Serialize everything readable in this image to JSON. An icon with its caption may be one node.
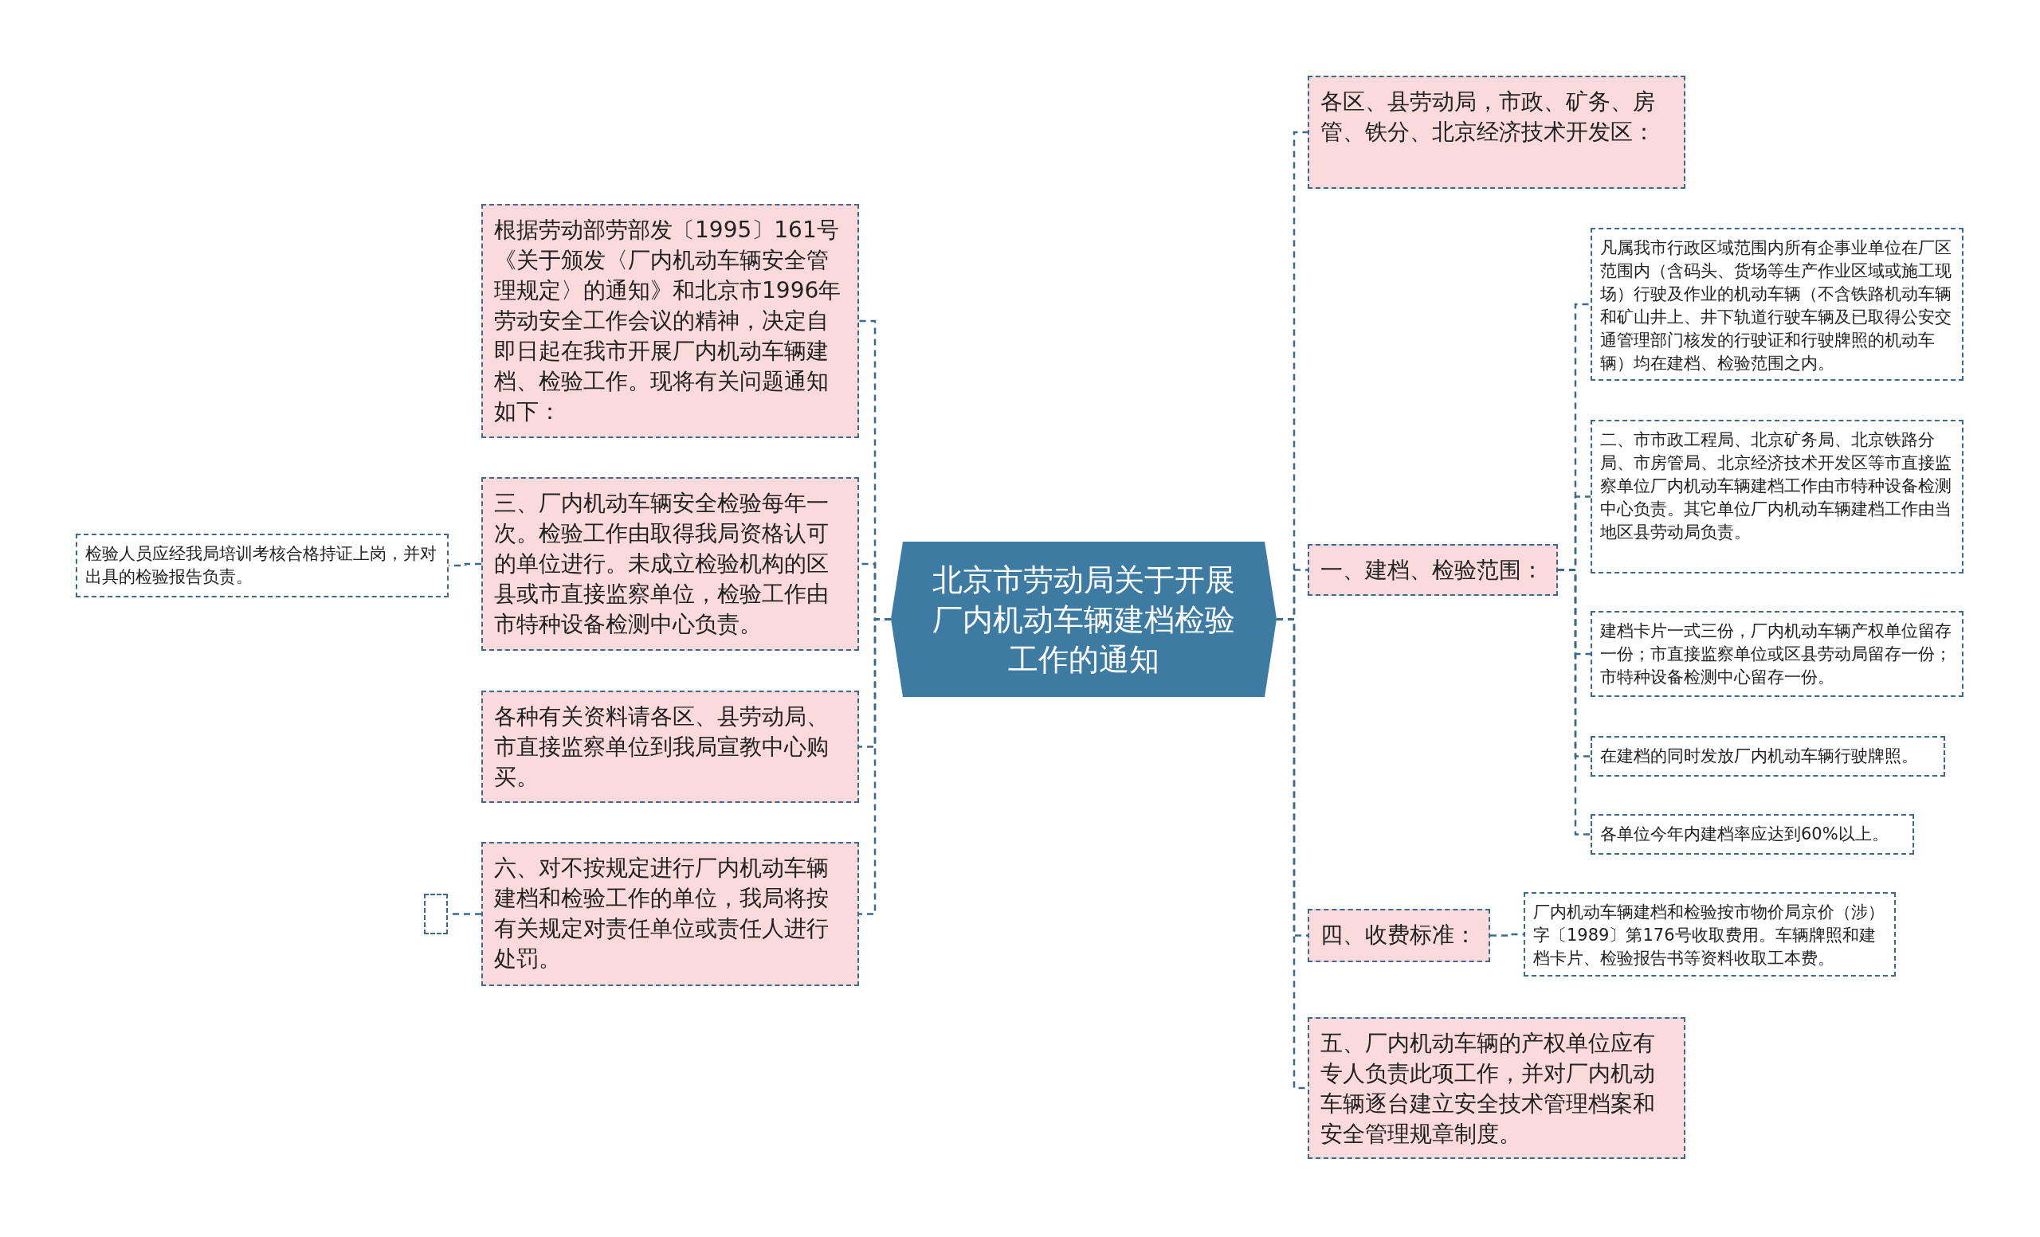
{
  "diagram": {
    "nodes": [
      {
        "text": [
          "北京市劳动局关于开展厂内机动车辆建档检验工作的通知"
        ]
      },
      {
        "text": [
          "根据劳动部劳部发〔1995〕161号《关于颁发〈厂内机动车辆安全管理规定〉的通知》和北京市1996年劳动安全工作会议的精神，决定自即日起在我市开展厂内机动车辆建档、检验工作。现将有关问题通知如下："
        ]
      },
      {
        "text": [
          "三、厂内机动车辆安全检验每年一次。检验工作由取得我局资格认可的单位进行。未成立检验机构的区县或市直接监察单位，检验工作由市特种设备检测中心负责。"
        ]
      },
      {
        "text": [
          "各种有关资料请各区、县劳动局、市直接监察单位到我局宣教中心购买。"
        ]
      },
      {
        "text": [
          "六、对不按规定进行厂内机动车辆建档和检验工作的单位，我局将按有关规定对责任单位或责任人进行处罚。"
        ]
      },
      {
        "text": [
          "检验人员应经我局培训考核合格持证上岗，并对出具的检验报告负责。"
        ]
      },
      {
        "text": [],
        "shape": "box"
      },
      {
        "text": [
          "各区、县劳动局，市政、矿务、房管、铁分、北京经济技术开发区："
        ]
      },
      {
        "text": [
          "一、建档、检验范围："
        ]
      },
      {
        "text": [
          "凡属我市行政区域范围内所有企事业单位在厂区范围内（含码头、货场等生产作业区域或施工现场）行驶及作业的机动车辆（不含铁路机动车辆和矿山井上、井下轨道行驶车辆及已取得公安交通管理部门核发的行驶证和行驶牌照的机动车辆）均在建档、检验范围之内。"
        ]
      },
      {
        "text": [
          "二、市市政工程局、北京矿务局、北京铁路分局、市房管局、北京经济技术开发区等市直接监察单位厂内机动车辆建档工作由市特种设备检测中心负责。其它单位厂内机动车辆建档工作由当地区县劳动局负责。"
        ]
      },
      {
        "text": [
          "建档卡片一式三份，厂内机动车辆产权单位留存一份；市直接监察单位或区县劳动局留存一份；市特种设备检测中心留存一份。"
        ]
      },
      {
        "text": [
          "在建档的同时发放厂内机动车辆行驶牌照。"
        ]
      },
      {
        "text": [
          "各单位今年内建档率应达到60%以上。"
        ]
      },
      {
        "text": [
          "四、收费标准："
        ]
      },
      {
        "text": [
          "厂内机动车辆建档和检验按市物价局京价（涉）字〔1989〕第176号收取费用。车辆牌照和建档卡片、检验报告书等资料收取工本费。"
        ]
      },
      {
        "text": [
          "五、厂内机动车辆的产权单位应有专人负责此项工作，并对厂内机动车辆逐台建立安全技术管理档案和安全管理规章制度。"
        ]
      }
    ],
    "edges": [
      {
        "from": 0,
        "to": 1,
        "arrow": "none"
      },
      {
        "from": 0,
        "to": 2,
        "arrow": "none"
      },
      {
        "from": 0,
        "to": 3,
        "arrow": "none"
      },
      {
        "from": 0,
        "to": 4,
        "arrow": "none"
      },
      {
        "from": 2,
        "to": 5,
        "arrow": "none"
      },
      {
        "from": 4,
        "to": 6,
        "arrow": "none"
      },
      {
        "from": 0,
        "to": 7,
        "arrow": "none"
      },
      {
        "from": 0,
        "to": 8,
        "arrow": "none"
      },
      {
        "from": 8,
        "to": 9,
        "arrow": "none"
      },
      {
        "from": 8,
        "to": 10,
        "arrow": "none"
      },
      {
        "from": 8,
        "to": 11,
        "arrow": "none"
      },
      {
        "from": 8,
        "to": 12,
        "arrow": "none"
      },
      {
        "from": 8,
        "to": 13,
        "arrow": "none"
      },
      {
        "from": 0,
        "to": 14,
        "arrow": "none"
      },
      {
        "from": 14,
        "to": 15,
        "arrow": "none"
      },
      {
        "from": 0,
        "to": 16,
        "arrow": "none"
      }
    ]
  }
}
